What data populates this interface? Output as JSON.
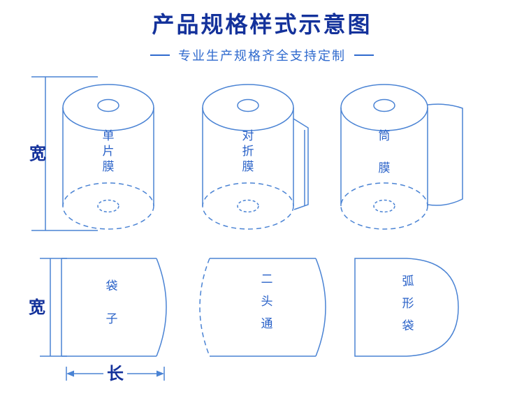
{
  "header": {
    "title": "产品规格样式示意图",
    "subtitle": "专业生产规格齐全支持定制"
  },
  "colors": {
    "title": "#14329b",
    "subtitle": "#2f6ace",
    "line": "#4a83d4",
    "label": "#2a62c8"
  },
  "diagram": {
    "dimensions": {
      "width_top": "宽",
      "width_bottom": "宽",
      "length": "长"
    },
    "top_row": [
      {
        "id": "single-sheet-film",
        "chars": [
          "单",
          "片",
          "膜"
        ]
      },
      {
        "id": "folded-film",
        "chars": [
          "对",
          "折",
          "膜"
        ]
      },
      {
        "id": "tube-film",
        "chars": [
          "筒",
          "膜"
        ]
      }
    ],
    "bottom_row": [
      {
        "id": "bag",
        "chars": [
          "袋",
          "子"
        ]
      },
      {
        "id": "two-ends-open",
        "chars": [
          "二",
          "头",
          "通"
        ]
      },
      {
        "id": "arc-bag",
        "chars": [
          "弧",
          "形",
          "袋"
        ]
      }
    ]
  }
}
